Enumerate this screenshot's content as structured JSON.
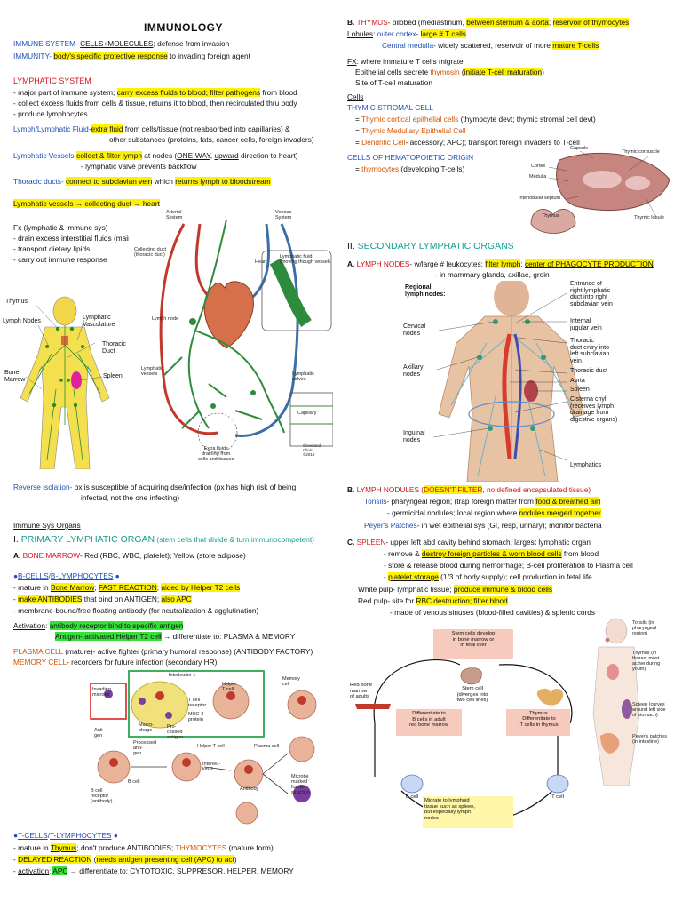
{
  "left": {
    "title": "IMMUNOLOGY",
    "immune_system": {
      "term": "IMMUNE SYSTEM-",
      "hl": "CELLS+MOLECULES",
      "rest": "; defense from invasion"
    },
    "immunity": {
      "term": "IMMUNITY-",
      "hl": "body's specific protective response",
      "rest": " to invading foreign agent"
    },
    "lymphatic_system": "LYMPHATIC SYSTEM",
    "ls1": {
      "a": "- major part of immune system; ",
      "hl": "carry excess fluids to blood; filter pathogens",
      "b": " from blood"
    },
    "ls2": "- collect excess fluids from cells & tissue, returns it to blood, then recirculated thru body",
    "ls3": "- produce lymphocytes",
    "lymph_fluid": {
      "term": "Lymph/Lymphatic Fluid-",
      "hl": "extra fluid",
      "rest": " from cells/tissue (not reabsorbed into capillaries) &"
    },
    "lymph_fluid2": "other substances (proteins, fats, cancer cells, foreign invaders)",
    "lymph_vessels": {
      "term": "Lymphatic Vessels-",
      "hl": "collect & filter lymph",
      "a": " at nodes (",
      "u1": "ONE-WAY",
      "c": ", ",
      "u2": "upward",
      "rest": " direction to heart)"
    },
    "lymph_vessels2": "- lymphatic valve prevents backflow",
    "thoracic": {
      "term": "Thoracic ducts-",
      "hl1": "connect to subclavian vein",
      "a": " which ",
      "hl2": "returns lymph to bloodstream"
    },
    "flow": "Lymphatic vessels → collecting duct → heart",
    "fx_head": "Fx (lymphatic & immune sys)",
    "fx1": "- drain excess interstitial fluids (maintain fluid levels)",
    "fx2": "- transport dietary lipids",
    "fx3": "- carry out immune response",
    "reverse1": {
      "term": "Reverse isolation-",
      "rest": " px is susceptible of acquiring dse/infection (px has high risk of being"
    },
    "reverse2": "infected, not the one infecting)",
    "immune_organs": "Immune Sys Organs",
    "primary": {
      "num": "I. ",
      "name": "PRIMARY LYMPHATIC ORGAN",
      "rest": " (stem cells that divide & turn immunocompetent)"
    },
    "bone_marrow": {
      "num": "A. ",
      "name": "BONE MARROW",
      "rest": "- Red (RBC, WBC, platelet); Yellow (store adipose)"
    },
    "bcells_head": {
      "a": "●",
      "b": "B-CELLS",
      "c": "/",
      "d": "B-LYMPHOCYTES",
      "e": " ●"
    },
    "b1": {
      "a": "- mature in ",
      "hl1": "Bone Marrow",
      "b": "; ",
      "hl2": "FAST REACTION",
      "c": "; ",
      "hl3": "aided by Helper T2 cells"
    },
    "b2": {
      "a": "- ",
      "hl1": "make ANTIBODIES",
      "b": " that bind on ANTIGEN; ",
      "hl2": "also APC"
    },
    "b3": "- membrane-bound/free floating antibody (for neutralization & agglutination)",
    "activation1": {
      "term": "Activation",
      "a": ": ",
      "hl": "antibody receptor bind to specific antigen"
    },
    "activation2": {
      "hl": "Antigen- activated Helper T2 cell",
      "rest": " → differentiate to: PLASMA & MEMORY"
    },
    "plasma": {
      "term": "PLASMA CELL",
      "rest": " (mature)- active fighter (primary humoral response) (ANTIBODY FACTORY)"
    },
    "memory": {
      "term": "MEMORY CELL",
      "rest": "- recorders for future infection (secondary HR)"
    },
    "tcells_head": {
      "a": "●",
      "b": "T-CELLS",
      "c": "/",
      "d": "T-LYMPHOCYTES",
      "e": " ●"
    },
    "t1": {
      "a": "- mature in ",
      "hl": "Thymus",
      "b": "; don't produce ANTIBODIES; ",
      "c": "THYMOCYTES",
      "d": " (mature form)"
    },
    "t2": {
      "a": "- ",
      "hl1": "DELAYED REACTION",
      "b": " (",
      "hl2": "needs antigen presenting cell (APC) to act",
      "c": ")"
    },
    "t3": {
      "a": "- ",
      "u": "activation",
      "b": ": ",
      "hl": "APC",
      "c": " → differentiate to: CYTOTOXIC, SUPPRESOR, HELPER, MEMORY"
    }
  },
  "right": {
    "thymus": {
      "num": "B. ",
      "name": "THYMUS",
      "a": "- bilobed (mediastinum, ",
      "hl1": "between sternum & aorta",
      "b": "; ",
      "hl2": "reservoir of thymocytes"
    },
    "lobules": {
      "term": "Lobules",
      "a": ": ",
      "b": "outer cortex",
      "c": "- ",
      "hl": "large # T cells"
    },
    "medulla": {
      "a": "Central medulla",
      "b": "- widely scattered, reservoir of more ",
      "hl": "mature T-cells"
    },
    "fx1": {
      "term": "FX",
      "rest": ": where immature T cells migrate"
    },
    "fx2": {
      "a": "Epithelial cells secrete ",
      "b": "thymosin",
      "c": " (",
      "hl": "initiate T-cell maturation",
      "d": ")"
    },
    "fx3": "Site of T-cell maturation",
    "cells_head": "Cells",
    "stromal": "THYMIC STROMAL CELL",
    "s1": {
      "a": "= ",
      "b": "Thymic cortical epithelial cells",
      "c": " (thymocyte devt; thymic stromal cell devt)"
    },
    "s2": {
      "a": "= ",
      "b": "Thymic Medullary Epithelial Cell"
    },
    "s3": {
      "a": "= ",
      "b": "Dendritic Cell",
      "c": "- accessory; APC); transport foreign invaders to T-cell"
    },
    "hemato": "CELLS OF HEMATOPOIETIC ORIGIN",
    "h1": {
      "a": "= ",
      "b": "thymocytes",
      "c": " (developing T-cells)"
    },
    "secondary": {
      "num": "II. ",
      "name": "SECONDARY LYMPHATIC ORGANS"
    },
    "nodes": {
      "num": "A. ",
      "name": "LYMPH NODES",
      "a": "- w/large # leukocytes; ",
      "hl1": "filter lymph",
      "b": "; ",
      "hl2": "center of PHAGOCYTE PRODUCTION"
    },
    "nodes2": "- in mammary glands, axillae, groin",
    "nodules": {
      "num": "B. ",
      "name": "LYMPH NODULES",
      "a": " (",
      "hl": "DOESN'T FILTER",
      "b": ", no defined encapsulated tissue)"
    },
    "tonsils": {
      "term": "Tonsils",
      "a": "- pharyngeal region; (trap foreign matter from ",
      "hl": "food & breathed air",
      "b": ")"
    },
    "tonsils2": {
      "a": "- germicidal nodules; local region where ",
      "hl": "nodules merged together"
    },
    "peyer": {
      "term": "Peyer's Patches",
      "rest": "- in wet epithelial sys (GI, resp, urinary); monitor bacteria"
    },
    "spleen": {
      "num": "C. ",
      "name": "SPLEEN",
      "rest": "- upper left abd cavity behind stomach; largest lymphatic organ"
    },
    "sp1": {
      "a": "- remove & ",
      "hl": "destroy foreign particles & worn blood cells",
      "b": " from blood"
    },
    "sp2": "- store & release blood during hemorrhage; B-cell proliferation to Plasma cell",
    "sp3": {
      "a": "- ",
      "hl": "platelet storage",
      "b": " (1/3 of body supply); cell production in fetal life"
    },
    "white": {
      "a": "White pulp- lymphatic tissue; ",
      "hl": "produce immune & blood cells"
    },
    "red": {
      "a": "Red pulp- site for ",
      "hl": "RBC destruction; filter blood"
    },
    "red2": "- made of venous sinuses (blood-filled cavities) & splenic cords"
  },
  "figures": {
    "thymus_fig": {
      "capsule": "Capsule",
      "corpuscle": "Thymic corpuscle",
      "cortex": "Cortex",
      "medulla": "Medulla",
      "septum": "Interlobular septum",
      "thymus": "Thymus",
      "lobule": "Thymic lobule"
    },
    "body_fig": {
      "thymus": "Thymus",
      "nodes": "Lymph Nodes",
      "vasc": "Lymphatic\nVasculature",
      "duct": "Thoracic\nDuct",
      "marrow": "Bone\nMarrow",
      "spleen": "Spleen"
    },
    "heart_fig": {
      "arterial": "Arterial\nSystem",
      "venous": "Venous\nSystem",
      "collecting": "Collecting duct\n(thoracic duct)",
      "heart": "Heart",
      "fluid": "Lymphatic fluid\n(moving though vessel)",
      "node": "Lymph node",
      "vessels": "Lymphatic\nvessels",
      "valves": "Lymphatic\nvalves",
      "capillary": "Capillary",
      "extra": "Extra fluids\ndraining from\ncells and tissues",
      "clinic": "Cleveland\nClinic\n©2019"
    },
    "nodes_fig": {
      "regional": "Regional\nlymph nodes:",
      "cervical": "Cervical\nnodes",
      "axillary": "Axillary\nnodes",
      "inguinal": "Inguinal\nnodes",
      "entrance": "Entrance of\nright lymphatic\nduct into right\nsubclavian vein",
      "jugular": "Internal\njugular vein",
      "thoracic_entry": "Thoracic\nduct entry into\nleft subclavian\nvein",
      "thoracic": "Thoracic duct",
      "aorta": "Aorta",
      "spleen": "Spleen",
      "cisterna": "Cisterna chyli\n(receives lymph\ndrainage from\ndigestive organs)",
      "lymphatics": "Lymphatics"
    },
    "immune_fig": {
      "microbe": "Invading\nmicrobe",
      "il1": "Interleukin-1",
      "helper": "Helper\nT cell",
      "receptor": "T cell\nreceptor",
      "mhc": "MHC-II\nprotein",
      "macro": "Macro-\nphage",
      "antigen": "Anti-\ngen",
      "processed": "Processed\nanti-\ngen",
      "memory": "Memory\ncell",
      "helper2": "Helper T cell",
      "plasma": "Plasma cell",
      "il2": "Interleu-\nkin-2",
      "bcell": "B cell",
      "breceptor": "B cell\nreceptor\n(antibody)",
      "antibody": "Antibody",
      "marked": "Microbe\nmarked\nfor de-\nstruction",
      "presented": "Pro-\ncessed\nantigen"
    },
    "flow_fig": {
      "stem_dev": "Stem cells develop\nin bone marrow or\nin fetal liver",
      "stem": "Stem cell\n(diverges into\ntwo cell lines)",
      "redmarrow": "Red bone\nmarrow\nof adults",
      "thymus": "Thymus",
      "diffB": "Differentiate to\nB cells in adult\nred bone marrow",
      "diffT": "Differentiate to\nT cells in thymus",
      "bcell": "B cell",
      "tcell": "T cell",
      "migrate": "Migrate to lymphoid\ntissue such as spleen,\nbut especially lymph\nnodes"
    },
    "side_fig": {
      "tonsils": "Tonsils (in\npharyngeal\nregion)",
      "thymus": "Thymus (in\nthorax; most\nactive during\nyouth)",
      "spleen": "Spleen (curves\naround left side\nof stomach)",
      "peyer": "Peyer's patches\n(in intestine)"
    }
  }
}
